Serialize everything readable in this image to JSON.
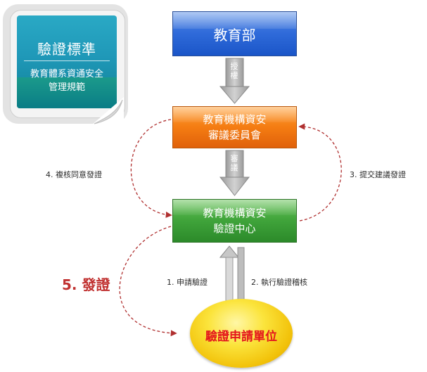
{
  "card": {
    "title": "驗證標準",
    "subtitle_line1": "教育體系資通安全",
    "subtitle_line2": "管理規範"
  },
  "boxes": {
    "moe": "教育部",
    "council_line1": "教育機構資安",
    "council_line2": "審議委員會",
    "center_line1": "教育機構資安",
    "center_line2": "驗證中心",
    "applicant": "驗證申請單位"
  },
  "arrows": {
    "authorize_1": "授",
    "authorize_2": "權",
    "review_1": "審",
    "review_2": "議"
  },
  "flows": {
    "step1": "1. 申請驗證",
    "step2": "2. 執行驗證稽核",
    "step3": "3. 提交建議發證",
    "step4": "4. 複核同意發證",
    "step5": "5. 發證"
  },
  "colors": {
    "moe": "#2f6ad9",
    "council": "#f47c12",
    "center": "#3fa33a",
    "applicant": "#fbe43c",
    "applicant_text": "#e4161d",
    "dashed": "#b03030",
    "card": "#1f98b8"
  }
}
